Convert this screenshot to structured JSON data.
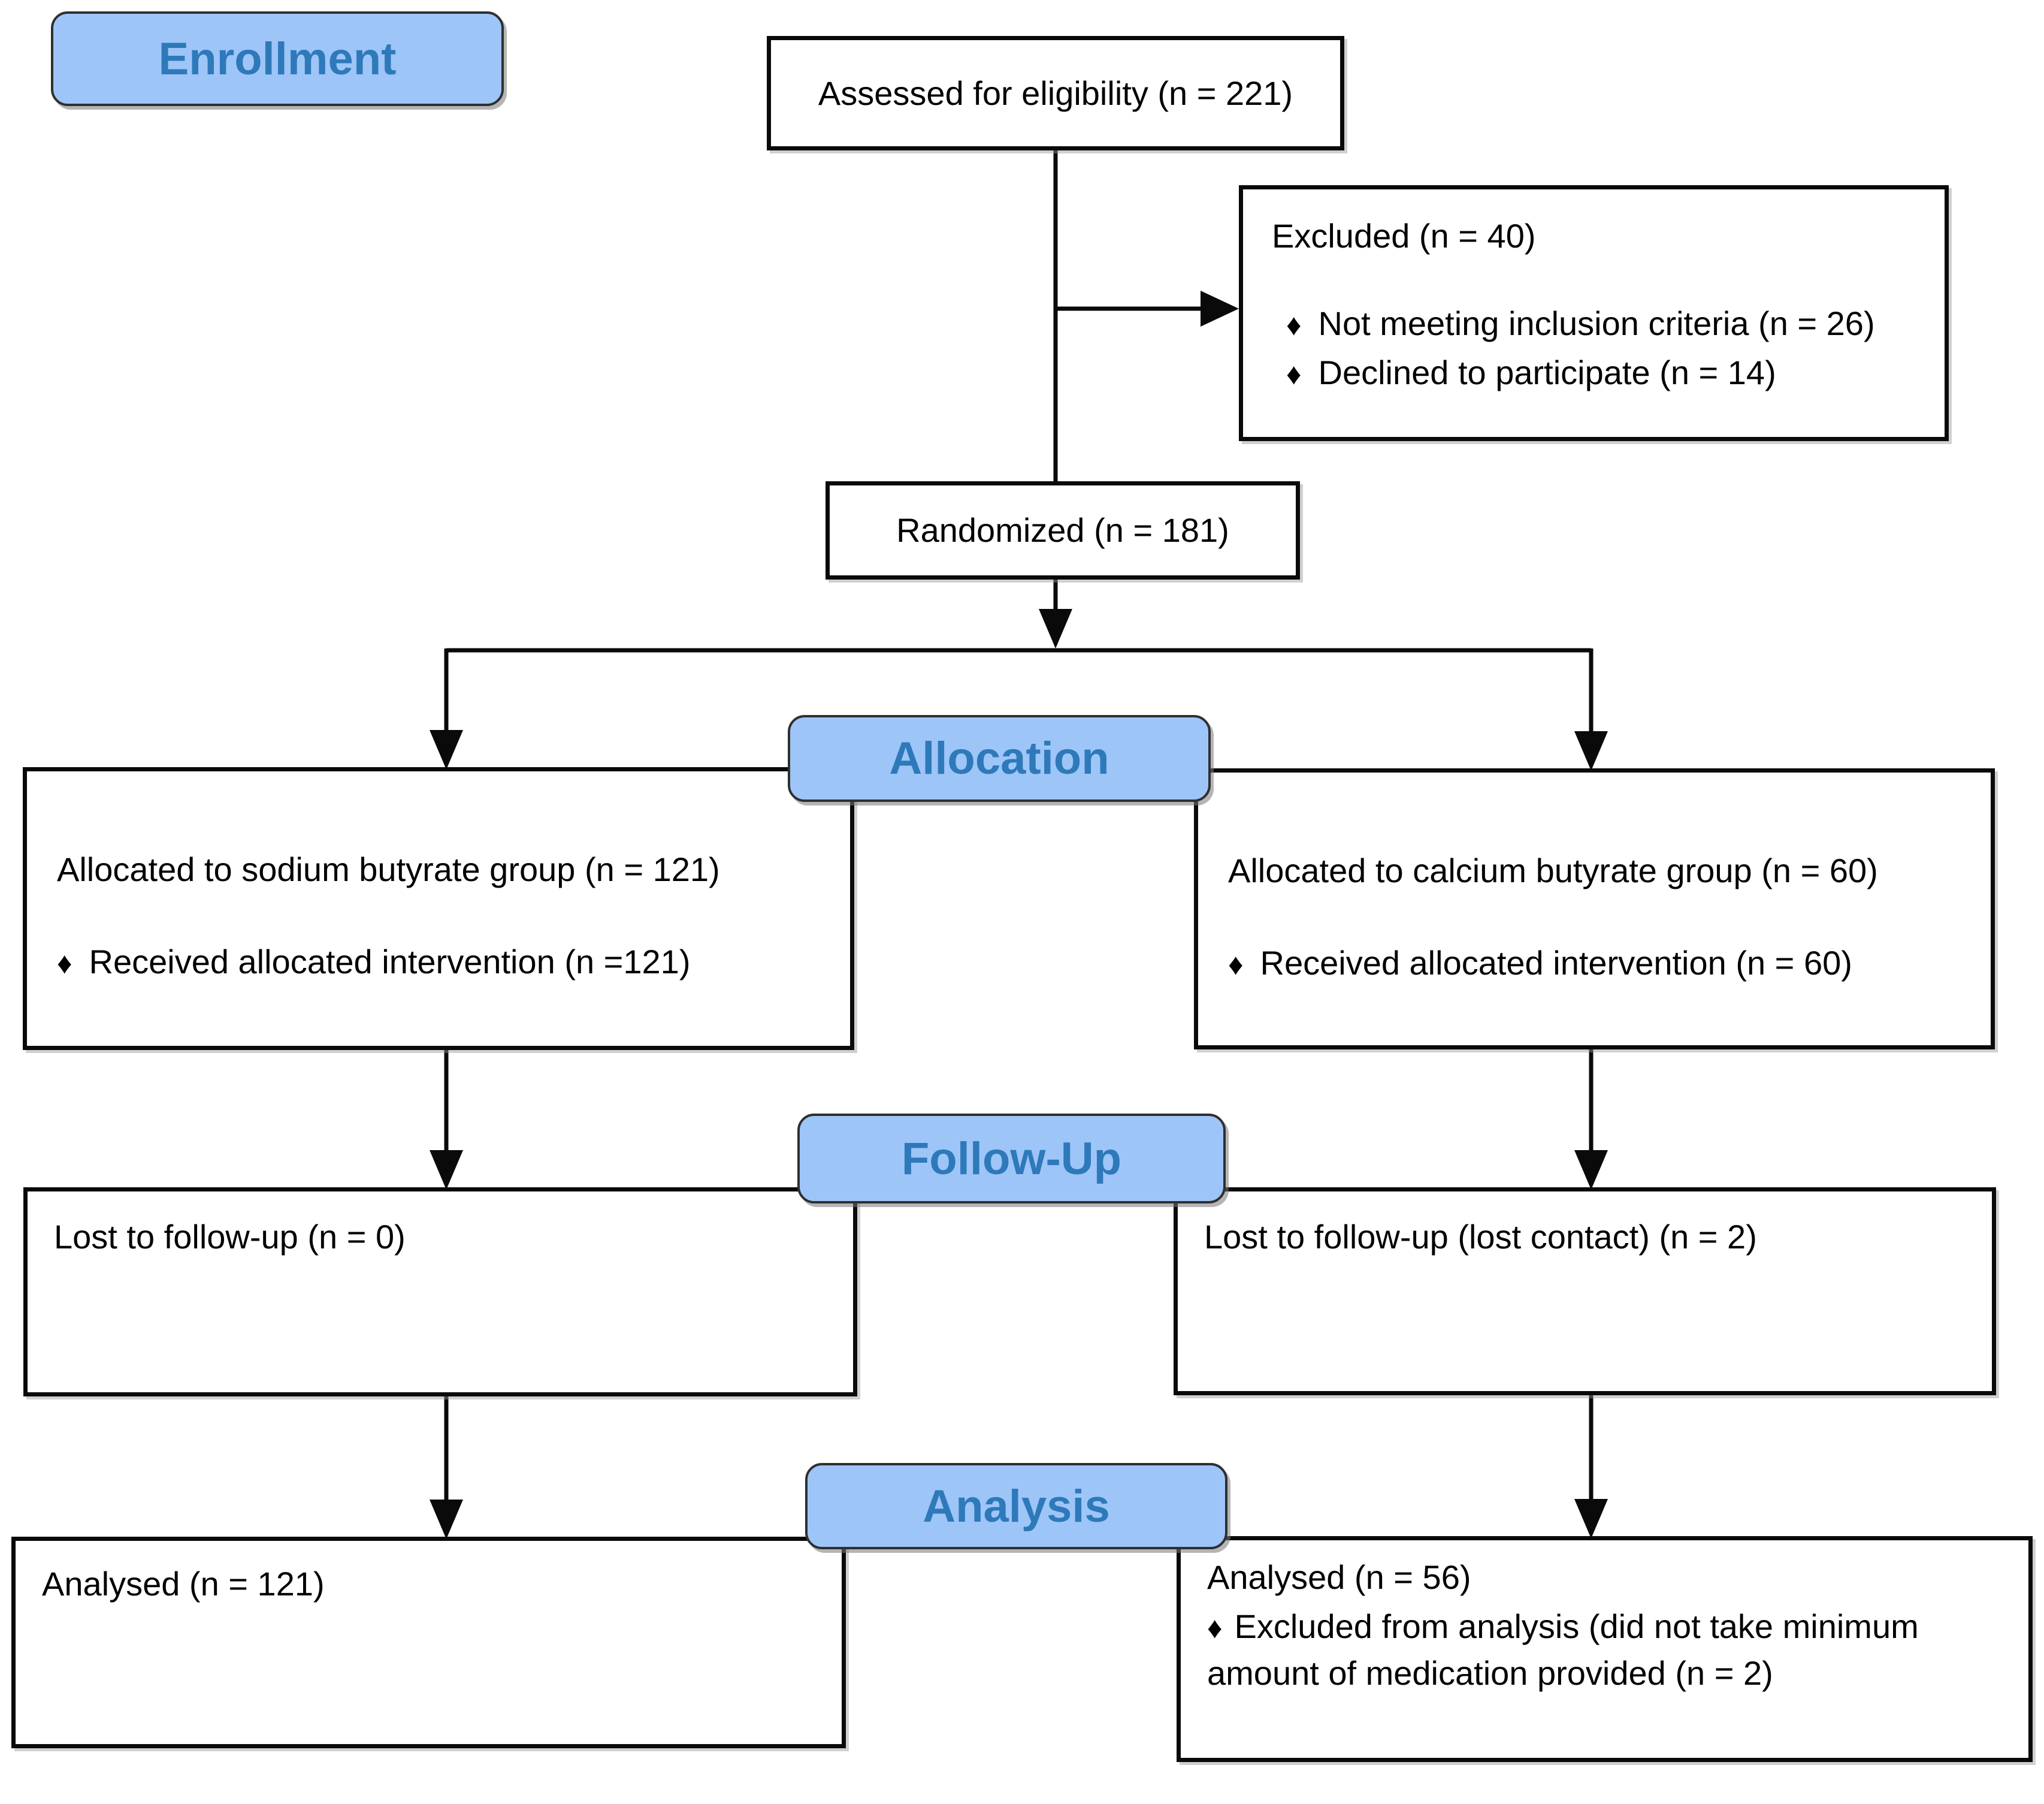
{
  "stages": {
    "enrollment": "Enrollment",
    "allocation": "Allocation",
    "follow_up": "Follow-Up",
    "analysis": "Analysis"
  },
  "bullet_glyph": "♦",
  "colors": {
    "stage_fill": "#9EC5F8",
    "stage_text": "#2E79B9",
    "box_border": "#0a0a0a",
    "line": "#0a0a0a",
    "background": "#ffffff"
  },
  "boxes": {
    "assessed": {
      "text": "Assessed for eligibility (n = 221)"
    },
    "excluded": {
      "title": "Excluded (n = 40)",
      "bullets": [
        "Not meeting inclusion criteria (n = 26)",
        "Declined to participate (n = 14)"
      ]
    },
    "randomized": {
      "text": "Randomized (n = 181)"
    },
    "allocation_left": {
      "title": "Allocated to sodium butyrate group (n = 121)",
      "bullets": [
        "Received allocated intervention (n =121)"
      ]
    },
    "allocation_right": {
      "title": "Allocated to calcium butyrate group (n = 60)",
      "bullets": [
        "Received allocated intervention (n = 60)"
      ]
    },
    "followup_left": {
      "title": "Lost to follow-up (n = 0)"
    },
    "followup_right": {
      "title": "Lost to follow-up (lost contact) (n = 2)"
    },
    "analysis_left": {
      "title": "Analysed (n = 121)"
    },
    "analysis_right": {
      "title": "Analysed (n = 56)",
      "bullets": [
        "Excluded from analysis (did not take minimum amount of medication provided (n = 2)"
      ]
    }
  }
}
